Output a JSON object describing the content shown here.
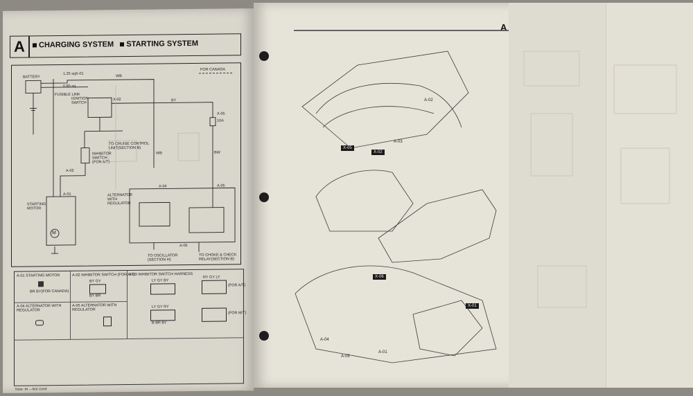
{
  "left_page": {
    "section_letter": "A",
    "title_charging": "CHARGING SYSTEM",
    "title_starting": "STARTING SYSTEM",
    "schematic_labels": {
      "battery": "BATTERY",
      "fusible_link": "FUSIBLE LINK",
      "fusible_1": "1.25 sq",
      "fusible_2": "0.85 sq",
      "ignition_switch": "IGNITION SWITCH",
      "for_canada": "FOR CANADA",
      "fuse_10a": "10A",
      "to_cruise": "TO CRUISE CONTROL UNIT(SECTION B)",
      "inhibitor_switch": "INHIBITOR SWITCH (FOR A/T)",
      "starting_motor": "STARTING MOTOR",
      "alternator": "ALTERNATOR WITH REGULATOR",
      "to_oscillator": "TO OSCILLATOR (SECTION H)",
      "to_choke": "TO CHOKE & CHECK RELAY(SECTION B)",
      "wire_wb": "WB",
      "wire_by": "BY",
      "wire_bw": "BW",
      "x01": "X-01",
      "x02": "X-02",
      "x05": "X-05",
      "a01": "A-01",
      "a02": "A-02",
      "a04": "A-04",
      "a05": "A-05",
      "m": "M"
    },
    "connector_table": {
      "a01_label": "A-01 STARTING MOTOR",
      "a01_sub": "BR BY(FOR CANADA)",
      "a02_label": "A-02 INHIBITOR SWITCH (FOR A/T)",
      "a03_label": "A-03 INHIBITOR SWITCH HARNESS",
      "a04_label": "A-04 ALTERNATOR WITH REGULATOR",
      "a05_label": "A-05 ALTERNATOR WITH REGULATOR",
      "for_at": "(FOR A/T)",
      "for_mt": "(FOR M/T)",
      "pins_a02_top": "BY  GY",
      "pins_a02_bot": "BY  BR",
      "pins_a03_top": "LY GY BY",
      "pins_a03_bot": "B  BR BY",
      "pins_at_top": "RY GY LY",
      "pins_mt_top": "LY GY RY",
      "pins_mt_bot": "B  BR BY"
    },
    "note": "Note: ⋈ —Not Used"
  },
  "right_page": {
    "section_letter": "A",
    "tags": [
      "X-05",
      "X-02",
      "X-06",
      "X-01"
    ],
    "callouts": [
      "A-02",
      "A-03",
      "A-04",
      "A-05",
      "A-01"
    ]
  }
}
